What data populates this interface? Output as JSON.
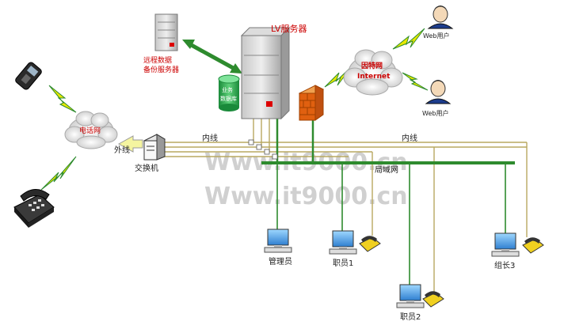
{
  "labels": {
    "lv_server": "LV服务器",
    "backup_server_line1": "远程数据",
    "backup_server_line2": "备份服务器",
    "database_line1": "业务",
    "database_line2": "数据库",
    "internet_line1": "因特网",
    "internet_line2": "Internet",
    "web_user_top": "Web用户",
    "web_user_bottom": "Web用户",
    "phone_network": "电话网",
    "external_line": "外线",
    "switch": "交换机",
    "inner_line_left": "内线",
    "inner_line_right": "内线",
    "lan": "局域网",
    "admin": "管理员",
    "staff1": "职员1",
    "staff2": "职员2",
    "team_leader3": "组长3"
  },
  "watermark": {
    "line1": "Www.it9000.cn",
    "line2": "Www.it9000.cn"
  },
  "colors": {
    "lan_line": "#2e8b2e",
    "phone_line": "#b8a860",
    "lightning": "#e8e800",
    "server_red": "#dd0000",
    "firewall": "#e06010"
  }
}
